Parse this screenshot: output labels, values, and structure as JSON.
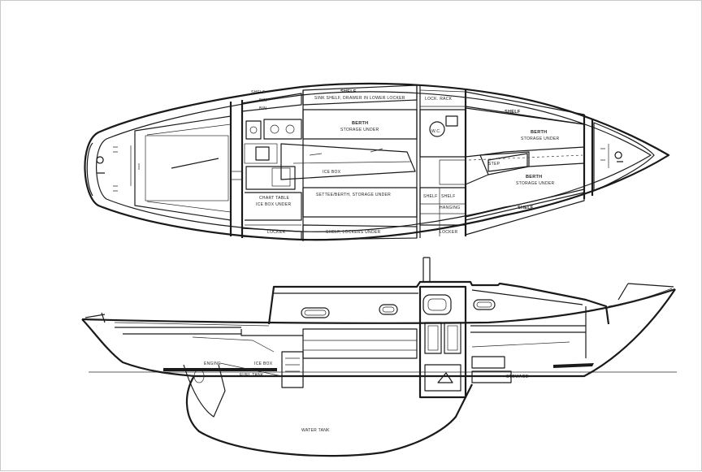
{
  "plan_labels": {
    "shelf_top": "SHELF",
    "shelf_port": "SHELF",
    "shelf_bow": "SHELF",
    "shelf_bow_low": "SHELF",
    "bin": "BIN",
    "sink_shelf": "SINK SHELF, DRAWER IN LOWER LOCKER",
    "lock_rack": "LOCK. RACK",
    "berth_main": "BERTH",
    "berth_main_sub": "STORAGE UNDER",
    "berth_bow_upper": "BERTH",
    "berth_bow_upper_sub": "STORAGE UNDER",
    "berth_bow_lower": "BERTH",
    "berth_bow_lower_sub": "STORAGE UNDER",
    "settee": "SETTEE/BERTH, STORAGE UNDER",
    "chart_table": "CHART TABLE",
    "chart_table_sub": "ICE BOX UNDER",
    "shelf_lockers": "SHELF, LOCKERS UNDER",
    "locker": "LOCKER",
    "locker_fwd": "LOCKER",
    "hanging": "HANGING",
    "step": "STEP",
    "shelf_sm": "SHELF",
    "icebox": "ICE BOX",
    "wc": "W.C."
  },
  "profile_labels": {
    "water_tank": "WATER TANK",
    "fuel_tank": "FUEL TANK",
    "stowage": "STOWAGE",
    "engine": "ENGINE",
    "icebox_profile": "ICE BOX"
  }
}
